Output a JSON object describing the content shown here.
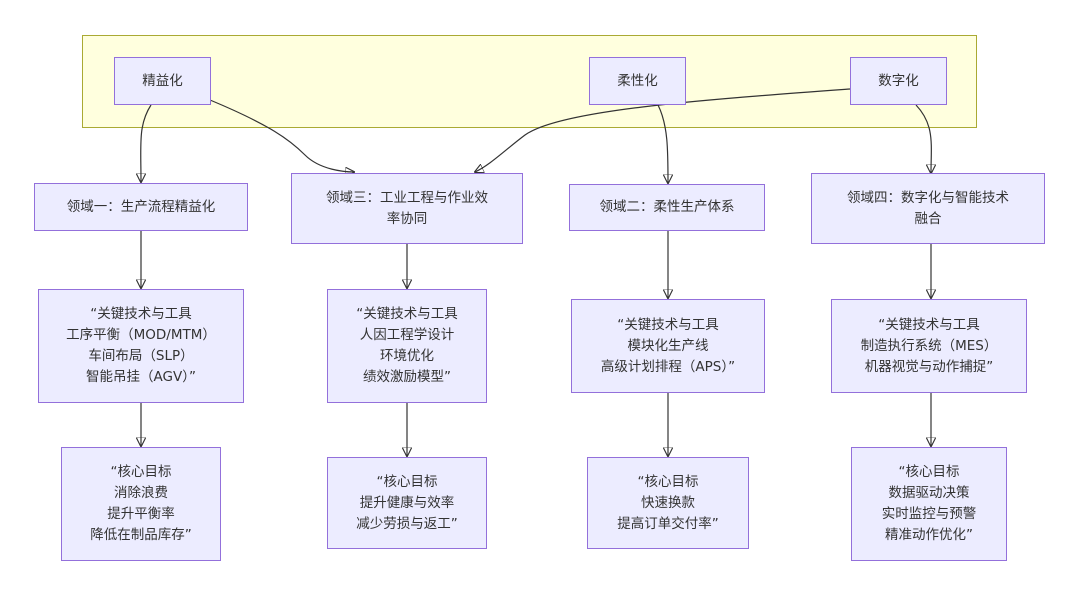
{
  "top_nodes": {
    "lean": "精益化",
    "flexible": "柔性化",
    "digital": "数字化"
  },
  "domains": [
    {
      "title_lines": [
        "领域一：生产流程精益化"
      ],
      "tools_lines": [
        "“关键技术与工具",
        "工序平衡（MOD/MTM）",
        "车间布局（SLP）",
        "智能吊挂（AGV）”"
      ],
      "goals_lines": [
        "“核心目标",
        "消除浪费",
        "提升平衡率",
        "降低在制品库存”"
      ]
    },
    {
      "title_lines": [
        "领域三：工业工程与作业效",
        "率协同"
      ],
      "tools_lines": [
        "“关键技术与工具",
        "人因工程学设计",
        "环境优化",
        "绩效激励模型”"
      ],
      "goals_lines": [
        "“核心目标",
        "提升健康与效率",
        "减少劳损与返工”"
      ]
    },
    {
      "title_lines": [
        "领域二：柔性生产体系"
      ],
      "tools_lines": [
        "“关键技术与工具",
        "模块化生产线",
        "高级计划排程（APS）”"
      ],
      "goals_lines": [
        "“核心目标",
        "快速换款",
        "提高订单交付率”"
      ]
    },
    {
      "title_lines": [
        "领域四：数字化与智能技术",
        "融合"
      ],
      "tools_lines": [
        "“关键技术与工具",
        "制造执行系统（MES）",
        "机器视觉与动作捕捉”"
      ],
      "goals_lines": [
        "“核心目标",
        "数据驱动决策",
        "实时监控与预警",
        "精准动作优化”"
      ]
    }
  ]
}
